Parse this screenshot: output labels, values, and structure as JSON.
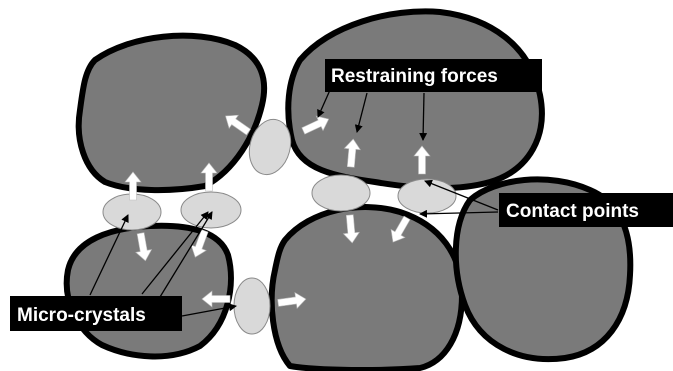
{
  "labels": {
    "restraining_forces": "Restraining forces",
    "contact_points": "Contact points",
    "micro_crystals": "Micro-crystals"
  },
  "colors": {
    "grain_fill": "#7a7a7a",
    "grain_stroke": "#000000",
    "crystal_fill": "#d9d9d9",
    "crystal_stroke": "#8a8a8a",
    "arrow_fill": "#ffffff",
    "label_background": "#000000",
    "label_text": "#ffffff",
    "background": "#ffffff"
  }
}
